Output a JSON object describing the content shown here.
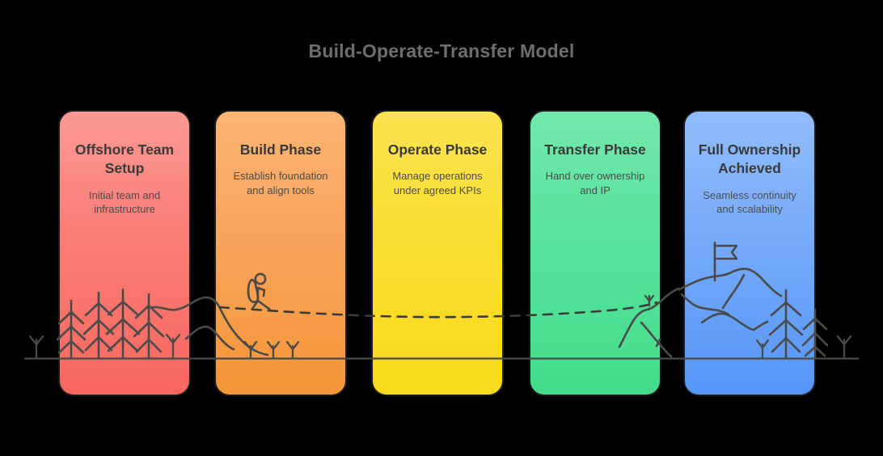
{
  "header": {
    "title": "Build-Operate-Transfer Model",
    "title_color": "#6e6e6e"
  },
  "background_color": "#000000",
  "cards": [
    {
      "id": "offshore-team-setup",
      "title": "Offshore Team Setup",
      "subtitle": "Initial team and infrastructure",
      "color_top": "#fb9a94",
      "color_bottom": "#f76860"
    },
    {
      "id": "build-phase",
      "title": "Build Phase",
      "subtitle": "Establish foundation and align tools",
      "color_top": "#fbb572",
      "color_bottom": "#f39637"
    },
    {
      "id": "operate-phase",
      "title": "Operate Phase",
      "subtitle": "Manage operations under agreed KPIs",
      "color_top": "#fbe350",
      "color_bottom": "#fada1c"
    },
    {
      "id": "transfer-phase",
      "title": "Transfer Phase",
      "subtitle": "Hand over ownership and IP",
      "color_top": "#74e8ad",
      "color_bottom": "#43dd8b"
    },
    {
      "id": "full-ownership-achieved",
      "title": "Full Ownership Achieved",
      "subtitle": "Seamless continuity and scalability",
      "color_top": "#92bdfb",
      "color_bottom": "#5596f7"
    }
  ],
  "illustration": {
    "stroke_color": "#4a4a48",
    "elements": [
      "pine-tree",
      "sapling",
      "hill-ridge",
      "dashed-trail",
      "hiker-with-backpack",
      "mountain-peak",
      "summit-flag",
      "ground-line"
    ],
    "hiker_label": "hiker walking along dashed trail",
    "flag_label": "summit flag on mountain peak",
    "ground_line_label": "horizon ground line"
  }
}
